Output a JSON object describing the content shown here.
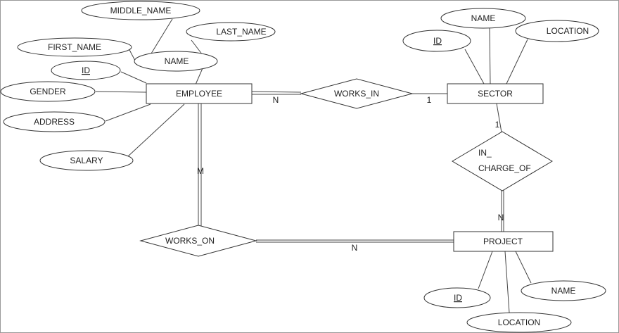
{
  "entities": {
    "employee": "EMPLOYEE",
    "sector": "SECTOR",
    "project": "PROJECT"
  },
  "relationships": {
    "works_in": "WORKS_IN",
    "works_on": "WORKS_ON",
    "in_charge_of_line1": "IN_",
    "in_charge_of_line2": "CHARGE_OF"
  },
  "attributes": {
    "employee": {
      "middle_name": "MIDDLE_NAME",
      "first_name": "FIRST_NAME",
      "last_name": "LAST_NAME",
      "name": "NAME",
      "id": "ID",
      "gender": "GENDER",
      "address": "ADDRESS",
      "salary": "SALARY"
    },
    "sector": {
      "id": "ID",
      "name": "NAME",
      "location": "LOCATION"
    },
    "project": {
      "id": "ID",
      "name": "NAME",
      "location": "LOCATION"
    }
  },
  "cardinalities": {
    "employee_works_in": "N",
    "sector_works_in": "1",
    "sector_in_charge_of": "1",
    "project_in_charge_of": "N",
    "employee_works_on": "M",
    "project_works_on": "N"
  }
}
